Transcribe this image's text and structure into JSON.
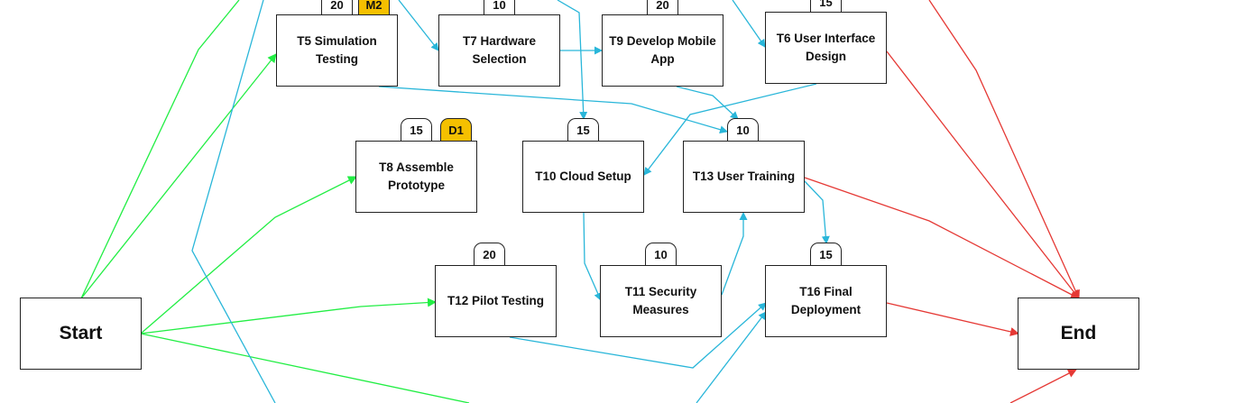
{
  "nodes": {
    "start": {
      "label": "Start"
    },
    "end": {
      "label": "End"
    },
    "t5": {
      "label": "T5 Simulation\nTesting",
      "duration": "20",
      "marker": "M2"
    },
    "t7": {
      "label": "T7 Hardware\nSelection",
      "duration": "10"
    },
    "t9": {
      "label": "T9 Develop Mobile\nApp",
      "duration": "20"
    },
    "t6": {
      "label": "T6 User Interface\nDesign",
      "duration": "15"
    },
    "t8": {
      "label": "T8 Assemble\nPrototype",
      "duration": "15",
      "marker": "D1"
    },
    "t10": {
      "label": "T10 Cloud Setup",
      "duration": "15"
    },
    "t13": {
      "label": "T13 User Training",
      "duration": "10"
    },
    "t12": {
      "label": "T12 Pilot Testing",
      "duration": "20"
    },
    "t11": {
      "label": "T11 Security\nMeasures",
      "duration": "10"
    },
    "t16": {
      "label": "T16 Final\nDeployment",
      "duration": "15"
    }
  },
  "colors": {
    "start_edges": "#22ee44",
    "internal_edges": "#29b6d9",
    "end_edges": "#e53935",
    "marker_fill": "#f5c000",
    "node_border": "#222222"
  }
}
